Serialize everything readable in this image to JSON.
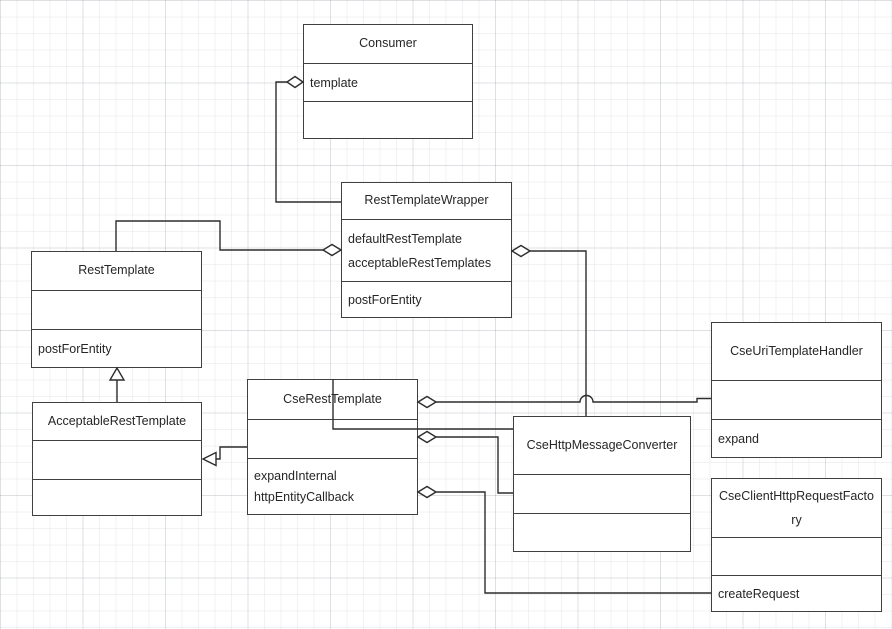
{
  "diagram": {
    "type": "uml-class-diagram",
    "classes": [
      {
        "name": "Consumer",
        "attributes": [
          "template"
        ],
        "methods": []
      },
      {
        "name": "RestTemplateWrapper",
        "attributes": [
          "defaultRestTemplate",
          "acceptableRestTemplates"
        ],
        "methods": [
          "postForEntity"
        ]
      },
      {
        "name": "RestTemplate",
        "attributes": [],
        "methods": [
          "postForEntity"
        ]
      },
      {
        "name": "AcceptableRestTemplate",
        "attributes": [],
        "methods": []
      },
      {
        "name": "CseRestTemplate",
        "attributes": [],
        "methods": [
          "expandInternal",
          "httpEntityCallback"
        ]
      },
      {
        "name": "CseHttpMessageConverter",
        "attributes": [],
        "methods": []
      },
      {
        "name": "CseUriTemplateHandler",
        "attributes": [],
        "methods": [
          "expand"
        ]
      },
      {
        "name": "CseClientHttpRequestFactory",
        "attributes": [],
        "methods": [
          "createRequest"
        ]
      }
    ],
    "relationships": [
      {
        "type": "aggregation",
        "owner": "Consumer",
        "part": "RestTemplateWrapper"
      },
      {
        "type": "aggregation",
        "owner": "RestTemplateWrapper",
        "part": "RestTemplate"
      },
      {
        "type": "aggregation",
        "owner": "RestTemplateWrapper",
        "part": "CseHttpMessageConverter"
      },
      {
        "type": "aggregation",
        "owner": "CseRestTemplate",
        "part": "CseUriTemplateHandler"
      },
      {
        "type": "aggregation",
        "owner": "CseRestTemplate",
        "part": "CseHttpMessageConverter"
      },
      {
        "type": "aggregation",
        "owner": "CseRestTemplate",
        "part": "CseClientHttpRequestFactory"
      },
      {
        "type": "generalization",
        "child": "AcceptableRestTemplate",
        "parent": "RestTemplate"
      },
      {
        "type": "generalization",
        "child": "CseRestTemplate",
        "parent": "AcceptableRestTemplate"
      },
      {
        "type": "association",
        "from": "CseRestTemplate",
        "to": "CseHttpMessageConverter"
      }
    ],
    "colors": {
      "box_fill": "#ffffff",
      "box_border": "#404040",
      "line": "#2d2d2d",
      "text": "#262626",
      "grid": "#e8eaec"
    }
  }
}
